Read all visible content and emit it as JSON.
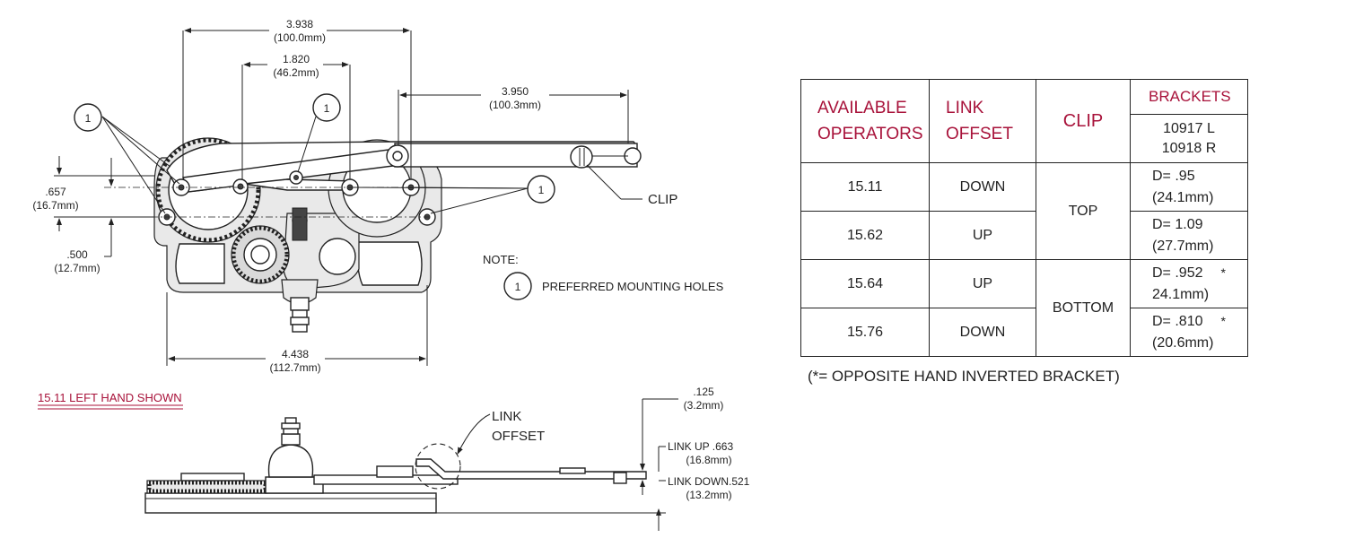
{
  "dimensions": {
    "d1_in": "3.938",
    "d1_mm": "(100.0mm)",
    "d2_in": "1.820",
    "d2_mm": "(46.2mm)",
    "d3_in": "3.950",
    "d3_mm": "(100.3mm)",
    "d4_in": ".657",
    "d4_mm": "(16.7mm)",
    "d5_in": ".500",
    "d5_mm": "(12.7mm)",
    "d6_in": "4.438",
    "d6_mm": "(112.7mm)",
    "d7_in": ".125",
    "d7_mm": "(3.2mm)",
    "d8": "LINK UP .663",
    "d8_mm": "(16.8mm)",
    "d9": "LINK DOWN.521",
    "d9_mm": "(13.2mm)"
  },
  "callouts": {
    "hole_marker": "1",
    "clip": "CLIP",
    "link_offset_1": "LINK",
    "link_offset_2": "OFFSET"
  },
  "note": {
    "title": "NOTE:",
    "marker": "1",
    "text": "PREFERRED MOUNTING HOLES"
  },
  "caption": "15.11  LEFT HAND SHOWN",
  "table": {
    "headers": {
      "operators_1": "AVAILABLE",
      "operators_2": "OPERATORS",
      "link_1": "LINK",
      "link_2": "OFFSET",
      "clip": "CLIP",
      "brackets": "BRACKETS",
      "brackets_sub_1": "10917 L",
      "brackets_sub_2": "10918 R"
    },
    "rows": [
      {
        "operator": "15.11",
        "link": "DOWN",
        "d1": "D= .95",
        "d2": "(24.1mm)",
        "star": ""
      },
      {
        "operator": "15.62",
        "link": "UP",
        "d1": "D= 1.09",
        "d2": "(27.7mm)",
        "star": ""
      },
      {
        "operator": "15.64",
        "link": "UP",
        "d1": "D= .952",
        "d2": "24.1mm)",
        "star": "*"
      },
      {
        "operator": "15.76",
        "link": "DOWN",
        "d1": "D= .810",
        "d2": "(20.6mm)",
        "star": "*"
      }
    ],
    "clip_top": "TOP",
    "clip_bottom": "BOTTOM"
  },
  "footnote": "(*= OPPOSITE HAND INVERTED  BRACKET)",
  "colors": {
    "accent": "#a8123a",
    "ink": "#222222"
  }
}
